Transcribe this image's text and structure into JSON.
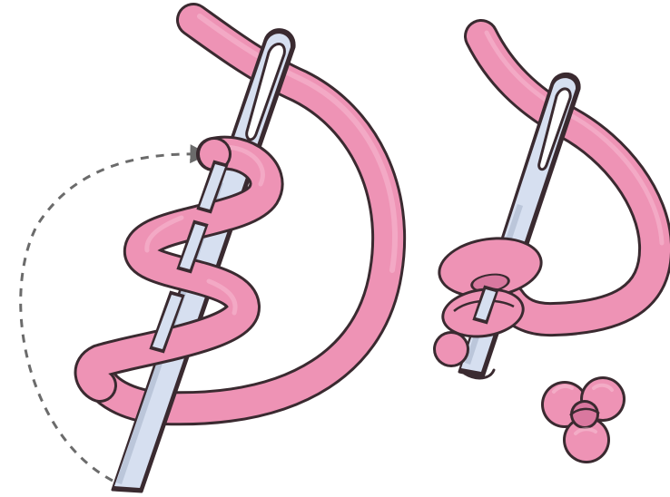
{
  "colors": {
    "background": "#ffffff",
    "thread": "#ee93b5",
    "thread_highlight": "#f7bcd2",
    "thread_shadow": "#d9789f",
    "outline": "#3a2a30",
    "needle": "#d6dff0",
    "needle_shadow": "#a9b6cc",
    "arrow": "#6b6b6b"
  },
  "steps": [
    {
      "figure": "wrap-thread-around-needle"
    },
    {
      "figure": "pull-needle-through-knot"
    },
    {
      "figure": "finished-knot"
    }
  ],
  "icons": {
    "arrow": "dashed-curved-arrow-icon",
    "needle": "needle-icon",
    "knot": "french-knot-icon"
  }
}
